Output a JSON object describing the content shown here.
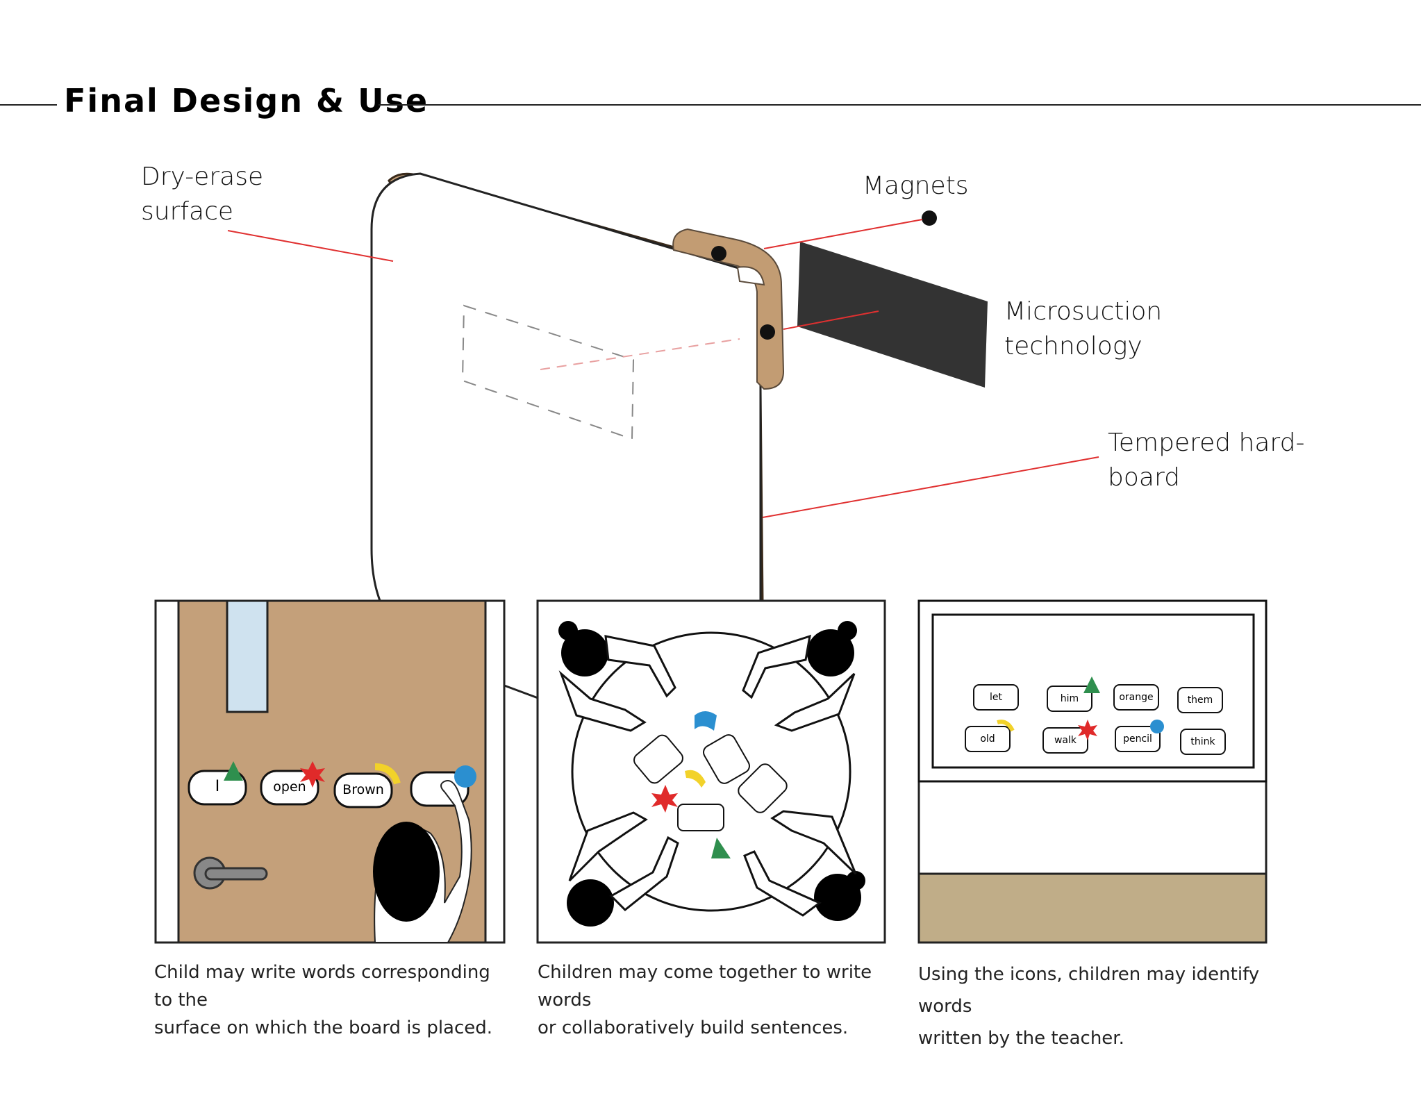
{
  "title": "Final Design & Use",
  "diagram": {
    "labels": {
      "dry_erase": [
        "Dry-erase",
        "surface"
      ],
      "magnets": "Magnets",
      "microsuction": [
        "Microsuction",
        "technology"
      ],
      "tempered": [
        "Tempered hard-",
        "board"
      ]
    }
  },
  "colors": {
    "board_brown": "#c4a07a",
    "clip_brown": "#c29c73",
    "pad_dark": "#333333",
    "leader_red": "#e03030",
    "window_blue": "#cfe2ef",
    "floor_tan": "#c0ad88",
    "icon_green": "#2f8f4e",
    "icon_red": "#e02a2a",
    "icon_yellow": "#f2d22a",
    "icon_blue": "#2b8fd0"
  },
  "panels": [
    {
      "words": [
        "I",
        "open",
        "Brown"
      ],
      "caption": [
        "Child may write words corresponding to the",
        "surface on which the board is placed."
      ]
    },
    {
      "caption": [
        "Children may come together to write words",
        "or collaboratively build sentences."
      ]
    },
    {
      "words_top": [
        "let",
        "him",
        "orange",
        "them"
      ],
      "words_bottom": [
        "old",
        "walk",
        "pencil",
        "think"
      ],
      "caption": [
        "Using the icons, children may identify words",
        "written by the teacher."
      ]
    }
  ]
}
